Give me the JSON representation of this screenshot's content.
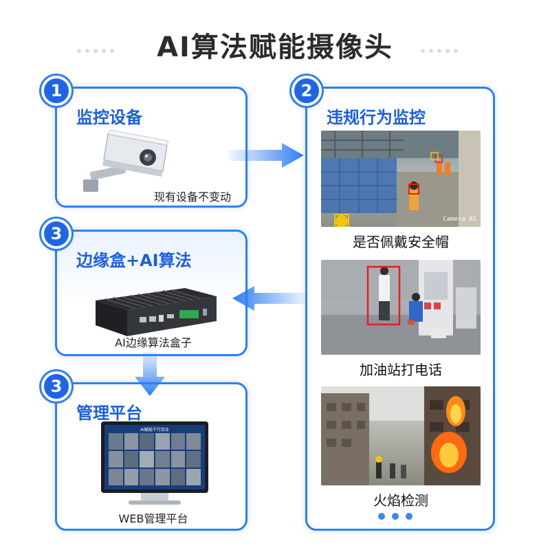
{
  "page": {
    "title": "AI算法赋能摄像头"
  },
  "steps": [
    {
      "number": "1",
      "title": "监控设备",
      "caption": "现有设备不变动",
      "icon": "cctv-camera-icon"
    },
    {
      "number": "2",
      "title": "违规行为监控",
      "icon": "surveillance-photos"
    },
    {
      "number": "3",
      "title": "边缘盒+AI算法",
      "caption": "AI边缘算法盒子",
      "icon": "edge-box-icon"
    },
    {
      "number": "3",
      "title": "管理平台",
      "caption": "WEB管理平台",
      "icon": "monitor-icon"
    }
  ],
  "monitor": {
    "screen_title": "AI赋能千行百业"
  },
  "photos": [
    {
      "caption": "是否佩戴安全帽",
      "overlay": "Camera 01",
      "scene": "construction-site-helmet-detection"
    },
    {
      "caption": "加油站打电话",
      "scene": "gas-station-phone-detection"
    },
    {
      "caption": "火焰检测",
      "scene": "street-fire-detection"
    }
  ],
  "pager": {
    "total": 3,
    "active": 1
  },
  "colors": {
    "accent": "#2f7ff0",
    "badge": "#1f66e5",
    "title_blue": "#1d5fd6",
    "detection_red": "#e02020",
    "detection_yellow": "#f1c40f"
  }
}
